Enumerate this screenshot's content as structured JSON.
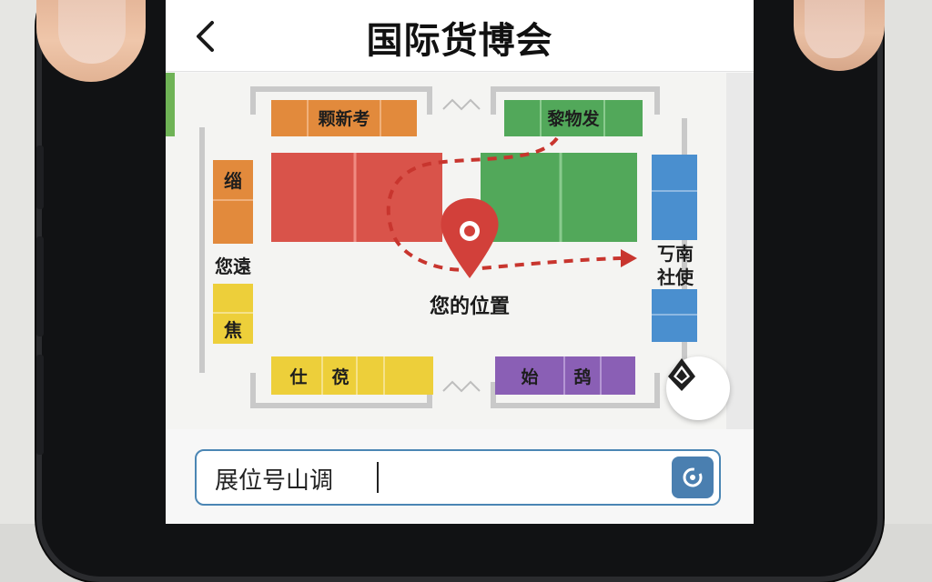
{
  "header": {
    "title": "国际货博会",
    "back_icon": "chevron-left-icon"
  },
  "map": {
    "zones": {
      "top_orange": "颗新考",
      "top_green": "黎物发",
      "left_orange": "缁",
      "left_mid": "您遠",
      "left_yellow": "焦",
      "right_blue_line1": "丂南",
      "right_blue_line2": "社使",
      "bottom_yellow_1": "仕",
      "bottom_yellow_2": "䓲",
      "bottom_purple_1": "始",
      "bottom_purple_2": "鸹"
    },
    "location_label": "您的位置",
    "colors": {
      "red": "#d9534a",
      "green": "#52a85a",
      "orange": "#e28a3c",
      "blue": "#4a8fcf",
      "yellow": "#edcf3a",
      "purple": "#8a5fb5",
      "route": "#c8352e"
    },
    "locate_icon": "navigation-arrow-icon"
  },
  "search": {
    "value": "展位号山调",
    "icon": "search-icon"
  }
}
